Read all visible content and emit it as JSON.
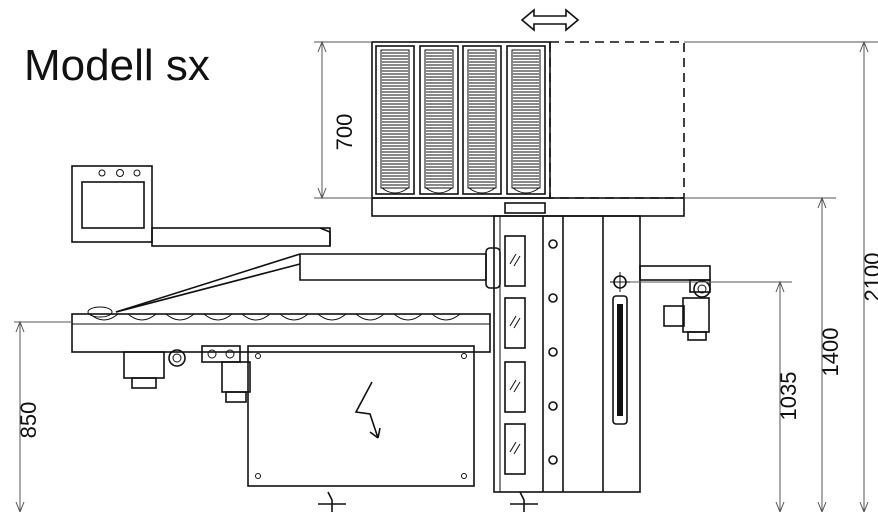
{
  "title": "Modell sx",
  "dimensions": {
    "d700": "700",
    "d2100": "2100",
    "d1400": "1400",
    "d1035": "1035",
    "d850": "850"
  },
  "colors": {
    "line": "#111111",
    "background": "#ffffff"
  },
  "icons": [
    "double-arrow-icon",
    "lightning-icon",
    "control-panel-screen"
  ]
}
